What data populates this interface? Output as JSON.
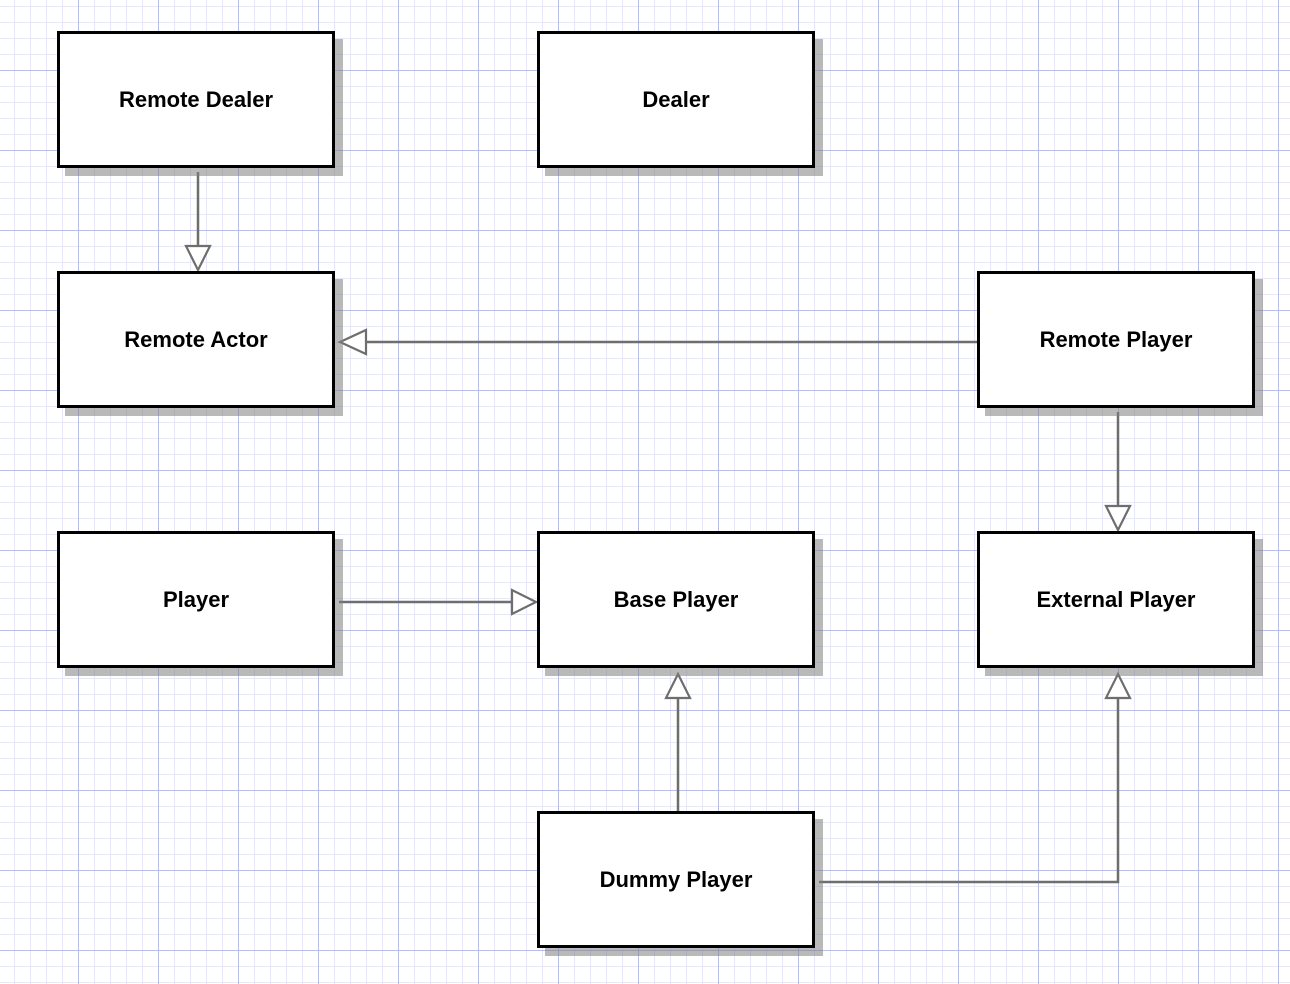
{
  "nodes": {
    "remote_dealer": {
      "label": "Remote Dealer"
    },
    "dealer": {
      "label": "Dealer"
    },
    "remote_actor": {
      "label": "Remote Actor"
    },
    "remote_player": {
      "label": "Remote Player"
    },
    "player": {
      "label": "Player"
    },
    "base_player": {
      "label": "Base Player"
    },
    "external_player": {
      "label": "External Player"
    },
    "dummy_player": {
      "label": "Dummy Player"
    }
  },
  "edges": [
    {
      "from": "remote_dealer",
      "to": "remote_actor",
      "type": "generalization"
    },
    {
      "from": "remote_player",
      "to": "remote_actor",
      "type": "generalization"
    },
    {
      "from": "remote_player",
      "to": "external_player",
      "type": "generalization"
    },
    {
      "from": "player",
      "to": "base_player",
      "type": "generalization"
    },
    {
      "from": "dummy_player",
      "to": "base_player",
      "type": "generalization"
    },
    {
      "from": "dummy_player",
      "to": "external_player",
      "type": "generalization"
    }
  ],
  "colors": {
    "node_border": "#000000",
    "node_fill": "#ffffff",
    "connector": "#6e6e6e",
    "grid": "#b8bfe6"
  }
}
